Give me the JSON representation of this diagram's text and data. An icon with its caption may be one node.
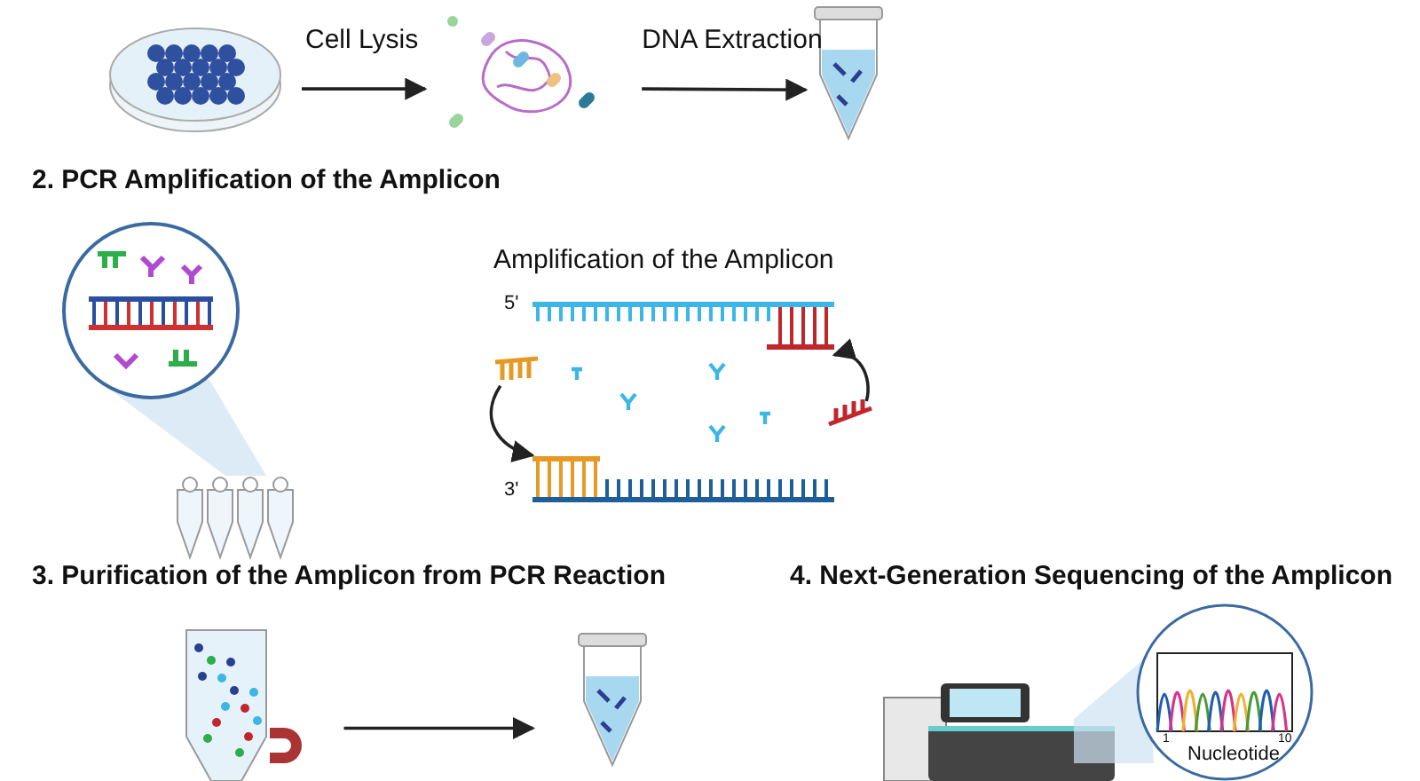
{
  "diagram": {
    "nodes": [
      {
        "text": [],
        "shape": "picture"
      },
      {
        "text": [],
        "shape": "picture"
      },
      {
        "text": [],
        "shape": "picture"
      },
      {
        "text": [],
        "shape": "picture"
      },
      {
        "text": [],
        "shape": "picture"
      },
      {
        "text": [],
        "shape": "picture"
      },
      {
        "text": [],
        "shape": "picture"
      },
      {
        "text": [],
        "shape": "picture"
      },
      {
        "text": [],
        "shape": "picture"
      },
      {
        "text": [],
        "shape": "picture"
      },
      {
        "text": [],
        "shape": "picture"
      },
      {
        "text": [],
        "shape": "picture"
      },
      {
        "text": [],
        "shape": "picture"
      }
    ],
    "edges": [
      {
        "from": 0,
        "to": 1,
        "arrow": "to",
        "label": "Cell Lysis"
      },
      {
        "from": 1,
        "to": 2,
        "arrow": "to",
        "label": "DNA Extraction"
      },
      {
        "from": 7,
        "to": 6,
        "arrow": "to"
      },
      {
        "from": 8,
        "to": 5,
        "arrow": "to"
      },
      {
        "from": 9,
        "to": 10,
        "arrow": "to"
      }
    ],
    "labels": [
      "2. PCR Amplification of the Amplicon",
      "Amplification of the Amplicon",
      "5'",
      "3'",
      "3. Purification of the Amplicon from PCR Reaction",
      "4. Next-Generation Sequencing of the Amplicon",
      "1",
      "10",
      "Nucleotide"
    ]
  }
}
